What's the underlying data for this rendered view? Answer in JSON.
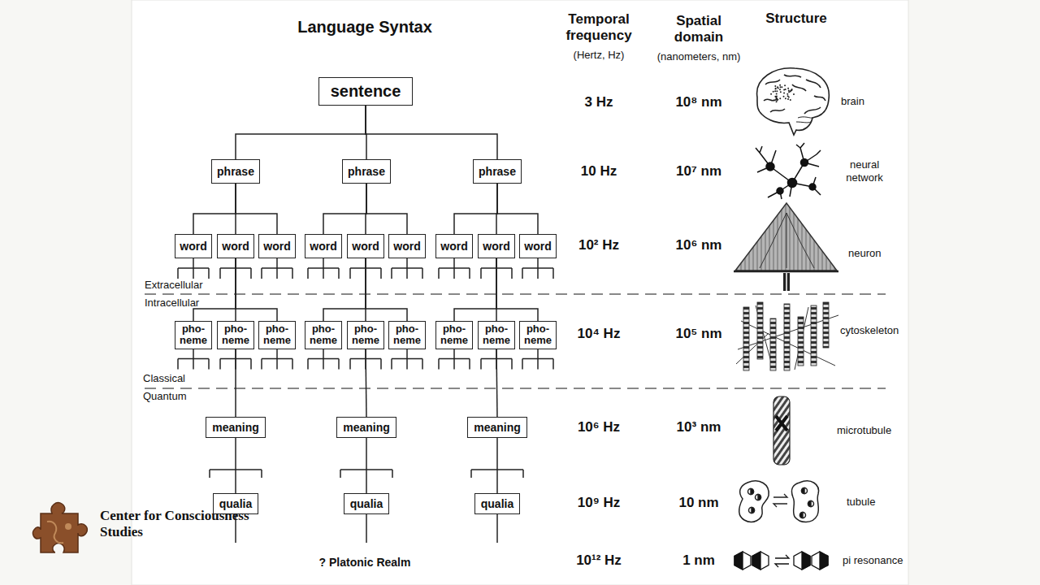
{
  "diagram": {
    "title": "Language Syntax",
    "nodes": [
      {
        "text": [
          "sentence"
        ]
      },
      {
        "text": [
          "phrase"
        ]
      },
      {
        "text": [
          "phrase"
        ]
      },
      {
        "text": [
          "phrase"
        ]
      },
      {
        "text": [
          "word"
        ]
      },
      {
        "text": [
          "word"
        ]
      },
      {
        "text": [
          "word"
        ]
      },
      {
        "text": [
          "word"
        ]
      },
      {
        "text": [
          "word"
        ]
      },
      {
        "text": [
          "word"
        ]
      },
      {
        "text": [
          "word"
        ]
      },
      {
        "text": [
          "word"
        ]
      },
      {
        "text": [
          "word"
        ]
      },
      {
        "text": [
          "pho- neme"
        ]
      },
      {
        "text": [
          "pho- neme"
        ]
      },
      {
        "text": [
          "pho- neme"
        ]
      },
      {
        "text": [
          "pho- neme"
        ]
      },
      {
        "text": [
          "pho- neme"
        ]
      },
      {
        "text": [
          "pho- neme"
        ]
      },
      {
        "text": [
          "pho- neme"
        ]
      },
      {
        "text": [
          "pho- neme"
        ]
      },
      {
        "text": [
          "pho- neme"
        ]
      },
      {
        "text": [
          "meaning"
        ]
      },
      {
        "text": [
          "meaning"
        ]
      },
      {
        "text": [
          "meaning"
        ]
      },
      {
        "text": [
          "qualia"
        ]
      },
      {
        "text": [
          "qualia"
        ]
      },
      {
        "text": [
          "qualia"
        ]
      }
    ],
    "edges": [
      {
        "from": 0,
        "to": 1,
        "arrow": "none"
      },
      {
        "from": 0,
        "to": 2,
        "arrow": "none"
      },
      {
        "from": 0,
        "to": 3,
        "arrow": "none"
      },
      {
        "from": 1,
        "to": 4,
        "arrow": "none"
      },
      {
        "from": 1,
        "to": 5,
        "arrow": "none"
      },
      {
        "from": 1,
        "to": 6,
        "arrow": "none"
      },
      {
        "from": 2,
        "to": 7,
        "arrow": "none"
      },
      {
        "from": 2,
        "to": 8,
        "arrow": "none"
      },
      {
        "from": 2,
        "to": 9,
        "arrow": "none"
      },
      {
        "from": 3,
        "to": 10,
        "arrow": "none"
      },
      {
        "from": 3,
        "to": 11,
        "arrow": "none"
      },
      {
        "from": 3,
        "to": 12,
        "arrow": "none"
      },
      {
        "from": 5,
        "to": 13,
        "arrow": "none"
      },
      {
        "from": 5,
        "to": 14,
        "arrow": "none"
      },
      {
        "from": 5,
        "to": 15,
        "arrow": "none"
      },
      {
        "from": 8,
        "to": 16,
        "arrow": "none"
      },
      {
        "from": 8,
        "to": 17,
        "arrow": "none"
      },
      {
        "from": 8,
        "to": 18,
        "arrow": "none"
      },
      {
        "from": 11,
        "to": 19,
        "arrow": "none"
      },
      {
        "from": 11,
        "to": 20,
        "arrow": "none"
      },
      {
        "from": 11,
        "to": 21,
        "arrow": "none"
      },
      {
        "from": 14,
        "to": 22,
        "arrow": "none"
      },
      {
        "from": 17,
        "to": 23,
        "arrow": "none"
      },
      {
        "from": 20,
        "to": 24,
        "arrow": "none"
      },
      {
        "from": 22,
        "to": 25,
        "arrow": "none"
      },
      {
        "from": 23,
        "to": 26,
        "arrow": "none"
      },
      {
        "from": 24,
        "to": 27,
        "arrow": "none"
      }
    ],
    "labels": [
      "Temporal frequency",
      "(Hertz, Hz)",
      "Spatial domain",
      "(nanometers, nm)",
      "Structure",
      "3 Hz",
      "10 Hz",
      "10² Hz",
      "10⁴ Hz",
      "10⁶ Hz",
      "10⁹ Hz",
      "10¹² Hz",
      "10⁸ nm",
      "10⁷ nm",
      "10⁶ nm",
      "10⁵ nm",
      "10³ nm",
      "10 nm",
      "1 nm",
      "brain",
      "neural network",
      "neuron",
      "cytoskeleton",
      "microtubule",
      "tubule",
      "pi resonance",
      "Extracellular",
      "Intracellular",
      "Classical",
      "Quantum",
      "? Platonic Realm",
      "Center for Consciousness Studies"
    ]
  }
}
